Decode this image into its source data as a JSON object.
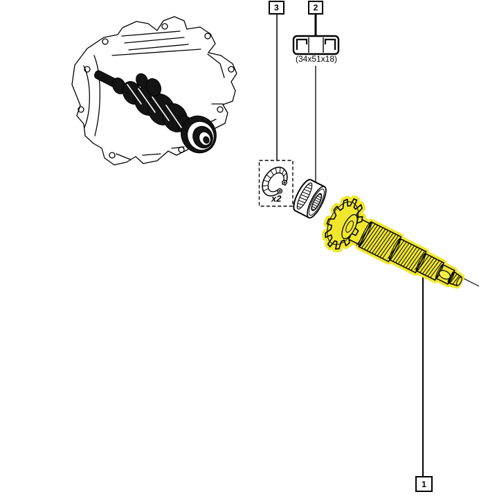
{
  "diagram": {
    "background_color": "#ffffff",
    "line_color": "#000000",
    "highlight_color": "#f0e62e"
  },
  "callouts": [
    {
      "id": "1",
      "part_icon": "input-shaft-drawing",
      "highlighted": true
    },
    {
      "id": "2",
      "part_icon": "needle-bearing-drawing",
      "dimensions": "(34x51x18)"
    },
    {
      "id": "3",
      "part_icon": "circlip-drawing",
      "quantity": "x2"
    }
  ],
  "icons": {
    "overview": "gearbox-overview-drawing",
    "bearing_symbol": "bearing-dimension-icon"
  }
}
